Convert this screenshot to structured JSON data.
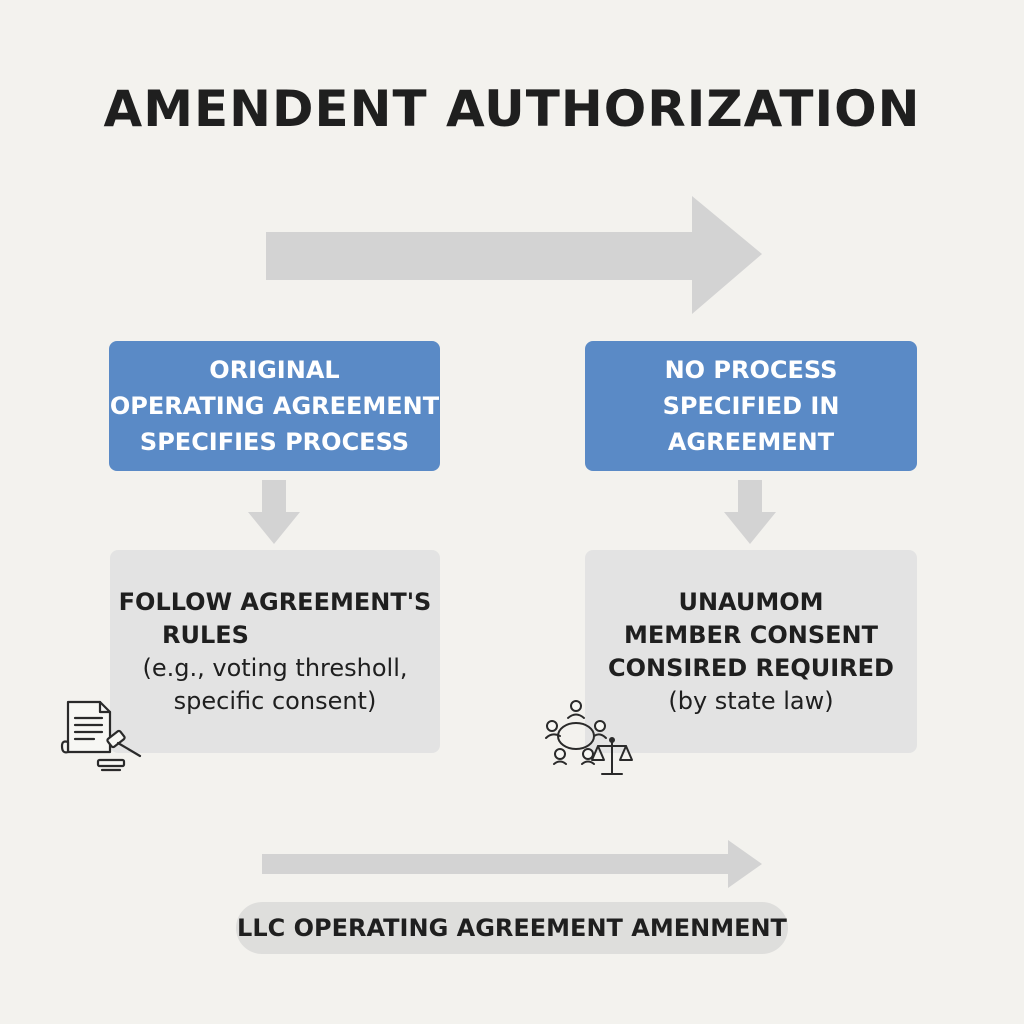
{
  "title": "AMENDENT AUTHORIZATION",
  "left": {
    "header_lines": [
      "ORIGINAL",
      "OPERATING AGREEMENT",
      "SPECIFIES PROCESS"
    ],
    "detail_bold": [
      "FOLLOW AGREEMENT'S",
      "RULES"
    ],
    "detail_normal": [
      "(e.g., voting thresholl,",
      "specific consent)"
    ],
    "icon": "document-gavel-icon"
  },
  "right": {
    "header_lines": [
      "NO PROCESS",
      "SPECIFIED IN",
      "AGREEMENT"
    ],
    "detail_bold": [
      "UNAUMOM",
      "MEMBER CONSENT",
      "CONSIRED REQUIRED"
    ],
    "detail_normal": [
      "(by state law)"
    ],
    "icon": "members-scale-icon"
  },
  "footer": "LLC OPERATING AGREEMENT AMENMENT",
  "colors": {
    "background": "#f3f2ee",
    "blue_box": "#5a8ac6",
    "grey_box": "#e3e3e3",
    "arrow": "#d3d3d3"
  }
}
